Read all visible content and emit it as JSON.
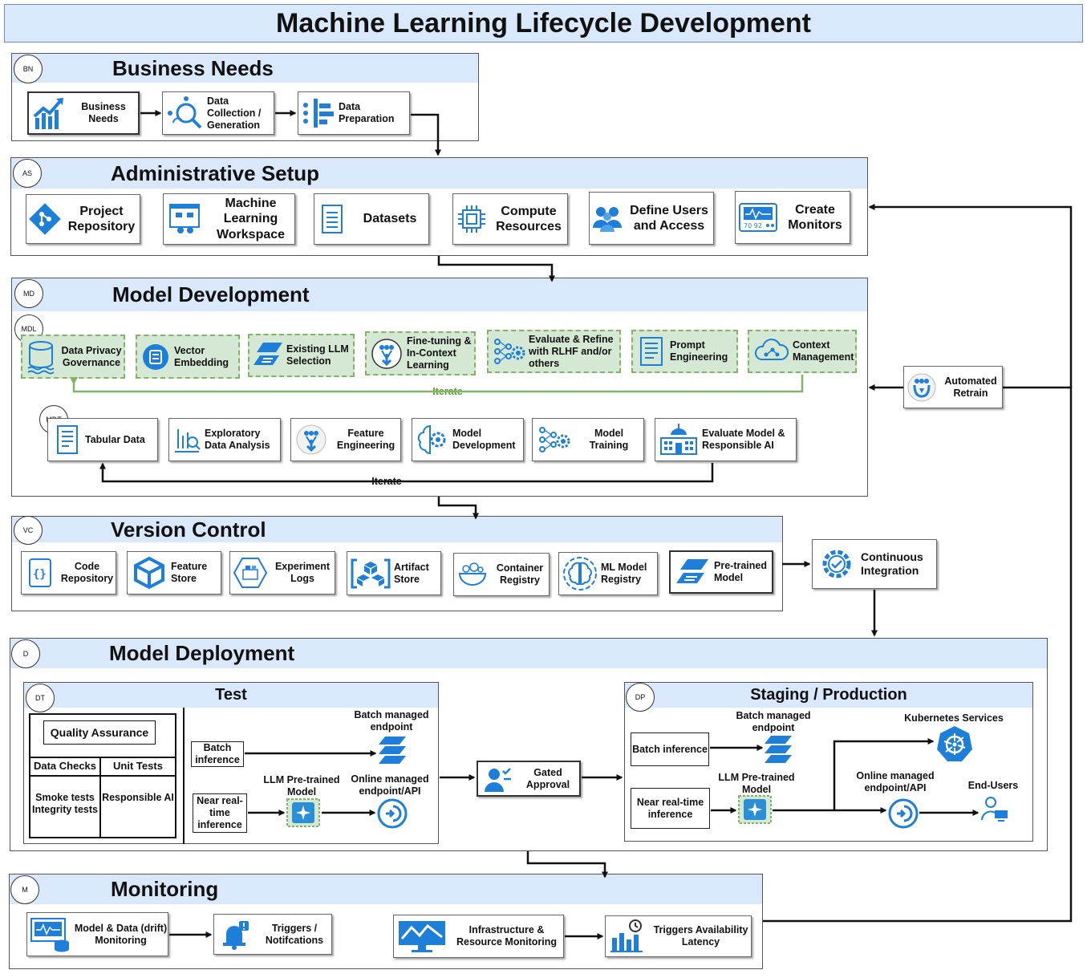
{
  "title": "Machine Learning Lifecycle Development",
  "business_needs": {
    "code": "BN",
    "title": "Business Needs",
    "items": [
      "Business Needs",
      "Data Collection / Generation",
      "Data Preparation"
    ]
  },
  "admin_setup": {
    "code": "AS",
    "title": "Administrative Setup",
    "items": [
      "Project Repository",
      "Machine Learning Workspace",
      "Datasets",
      "Compute Resources",
      "Define Users and Access",
      "Create Monitors"
    ]
  },
  "model_development": {
    "code": "MD",
    "title": "Model Development",
    "llm_code": "MDL",
    "llm_items": [
      "Data Privacy Governance",
      "Vector Embedding",
      "Existing LLM Selection",
      "Fine-tuning & In-Context Learning",
      "Evaluate & Refine with RLHF and/or others",
      "Prompt Engineering",
      "Context Management"
    ],
    "iterate_llm": "Iterate",
    "tab_code": "MDT",
    "tab_items": [
      "Tabular Data",
      "Exploratory Data Analysis",
      "Feature Engineering",
      "Model Development",
      "Model Training",
      "Evaluate Model & Responsible AI"
    ],
    "iterate_tab": "Iterate"
  },
  "automated_retrain": "Automated Retrain",
  "version_control": {
    "code": "VC",
    "title": "Version Control",
    "items": [
      "Code Repository",
      "Feature Store",
      "Experiment Logs",
      "Artifact Store",
      "Container Registry",
      "ML Model Registry",
      "Pre-trained Model"
    ]
  },
  "continuous_integration": "Continuous Integration",
  "model_deployment": {
    "code": "D",
    "title": "Model Deployment",
    "test": {
      "code": "DT",
      "title": "Test",
      "qa": "Quality Assurance",
      "data_checks": "Data Checks",
      "unit_tests": "Unit Tests",
      "smoke_tests": "Smoke tests",
      "integrity_tests": "Integrity tests",
      "responsible_ai": "Responsible AI",
      "batch_inference": "Batch inference",
      "near_realtime": "Near real-time inference",
      "llm_model": "LLM Pre-trained Model",
      "batch_endpoint": "Batch managed endpoint",
      "online_endpoint": "Online managed endpoint/API"
    },
    "gated_approval": "Gated Approval",
    "staging": {
      "code": "DP",
      "title": "Staging / Production",
      "batch_inference": "Batch inference",
      "near_realtime": "Near real-time inference",
      "llm_model": "LLM Pre-trained Model",
      "batch_endpoint": "Batch managed endpoint",
      "online_endpoint": "Online managed endpoint/API",
      "kubernetes": "Kubernetes Services",
      "end_users": "End-Users"
    }
  },
  "monitoring": {
    "code": "M",
    "title": "Monitoring",
    "items": [
      "Model & Data (drift) Monitoring",
      "Triggers / Notifcations",
      "Infrastructure & Resource Monitoring",
      "Triggers Availability Latency"
    ]
  },
  "colors": {
    "header_fill": "#dae8fc",
    "header_border": "#6c8ebf",
    "llm_fill": "#d5e8d4",
    "llm_border": "#82b366",
    "icon_blue": "#1e7fd8"
  }
}
